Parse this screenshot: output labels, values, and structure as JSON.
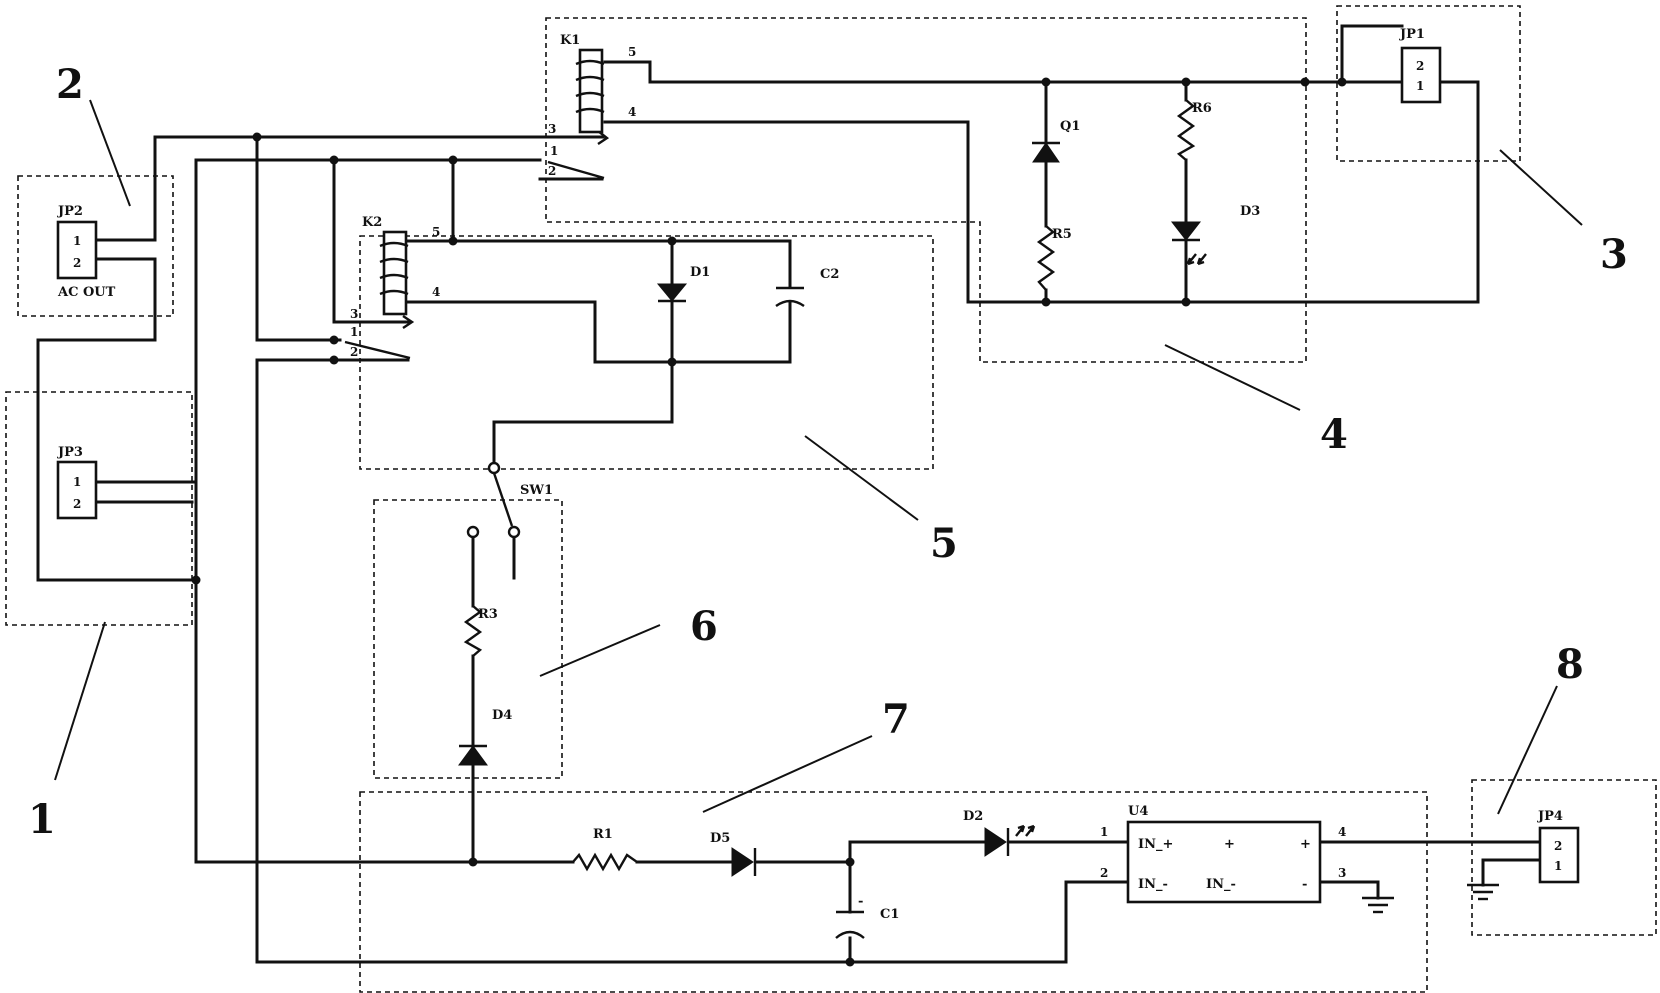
{
  "callouts": [
    "1",
    "2",
    "3",
    "4",
    "5",
    "6",
    "7",
    "8"
  ],
  "components": {
    "JP1": "JP1",
    "JP2": "JP2",
    "JP3": "JP3",
    "JP4": "JP4",
    "K1": "K1",
    "K2": "K2",
    "Q1": "Q1",
    "R5": "R5",
    "R6": "R6",
    "D3": "D3",
    "D1": "D1",
    "C2": "C2",
    "SW1": "SW1",
    "R3": "R3",
    "D4": "D4",
    "R1": "R1",
    "D5": "D5",
    "D2": "D2",
    "C1": "C1",
    "U4": "U4",
    "ac_out": "AC OUT"
  },
  "pins": {
    "one": "1",
    "two": "2",
    "three": "3",
    "four": "4",
    "five": "5"
  },
  "u4": {
    "in_plus": "IN_+",
    "in_minus_a": "IN_-",
    "in_minus_b": "IN_-",
    "plus_mid": "+",
    "plus_right": "+",
    "minus_right": "-",
    "c1_polarity": "-"
  }
}
